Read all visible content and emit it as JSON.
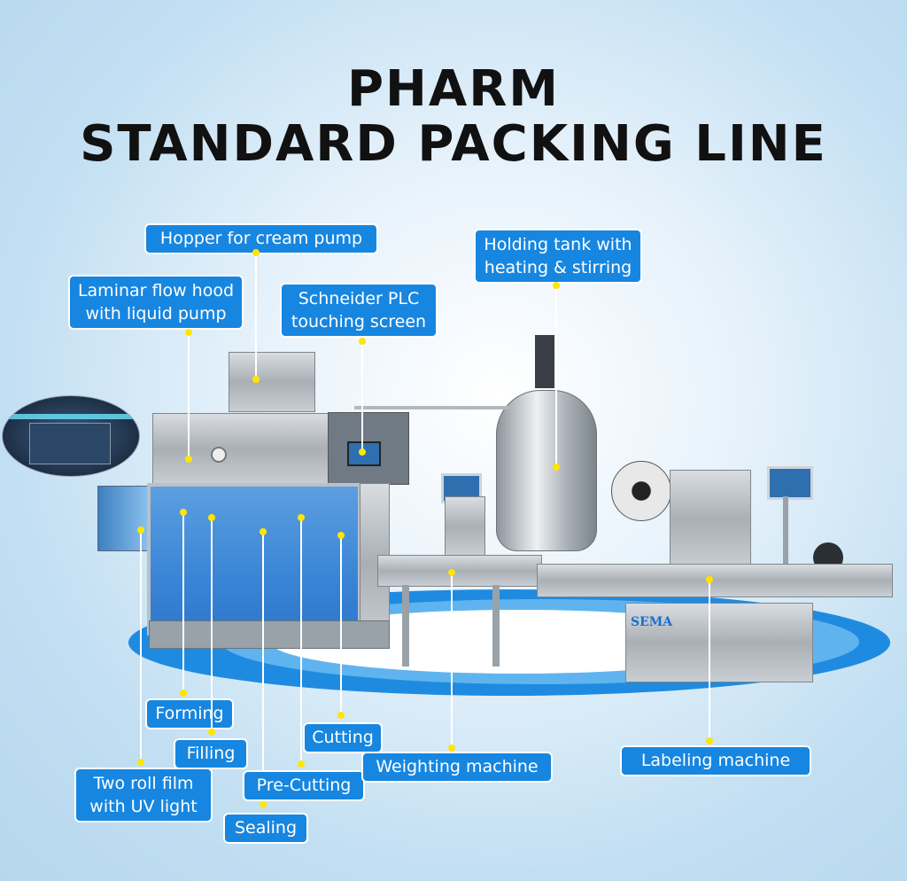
{
  "title": {
    "line1": "PHARM",
    "line2": "STANDARD PACKING LINE"
  },
  "labels": {
    "hopper": "Hopper for cream pump",
    "laminar_line1": "Laminar flow hood",
    "laminar_line2": "with liquid pump",
    "plc_line1": "Schneider PLC",
    "plc_line2": "touching screen",
    "tank_line1": "Holding tank with",
    "tank_line2": "heating & stirring",
    "forming": "Forming",
    "filling": "Filling",
    "cutting": "Cutting",
    "weighting": "Weighting machine",
    "labeling": "Labeling machine",
    "film_line1": "Two roll film",
    "film_line2": "with UV light",
    "precutting": "Pre-Cutting",
    "sealing": "Sealing"
  },
  "brand": {
    "logo_text": "SEMA"
  },
  "colors": {
    "label_bg": "#1786e0",
    "marker_dot": "#ffe500",
    "platform_blue": "#1f8be0"
  }
}
